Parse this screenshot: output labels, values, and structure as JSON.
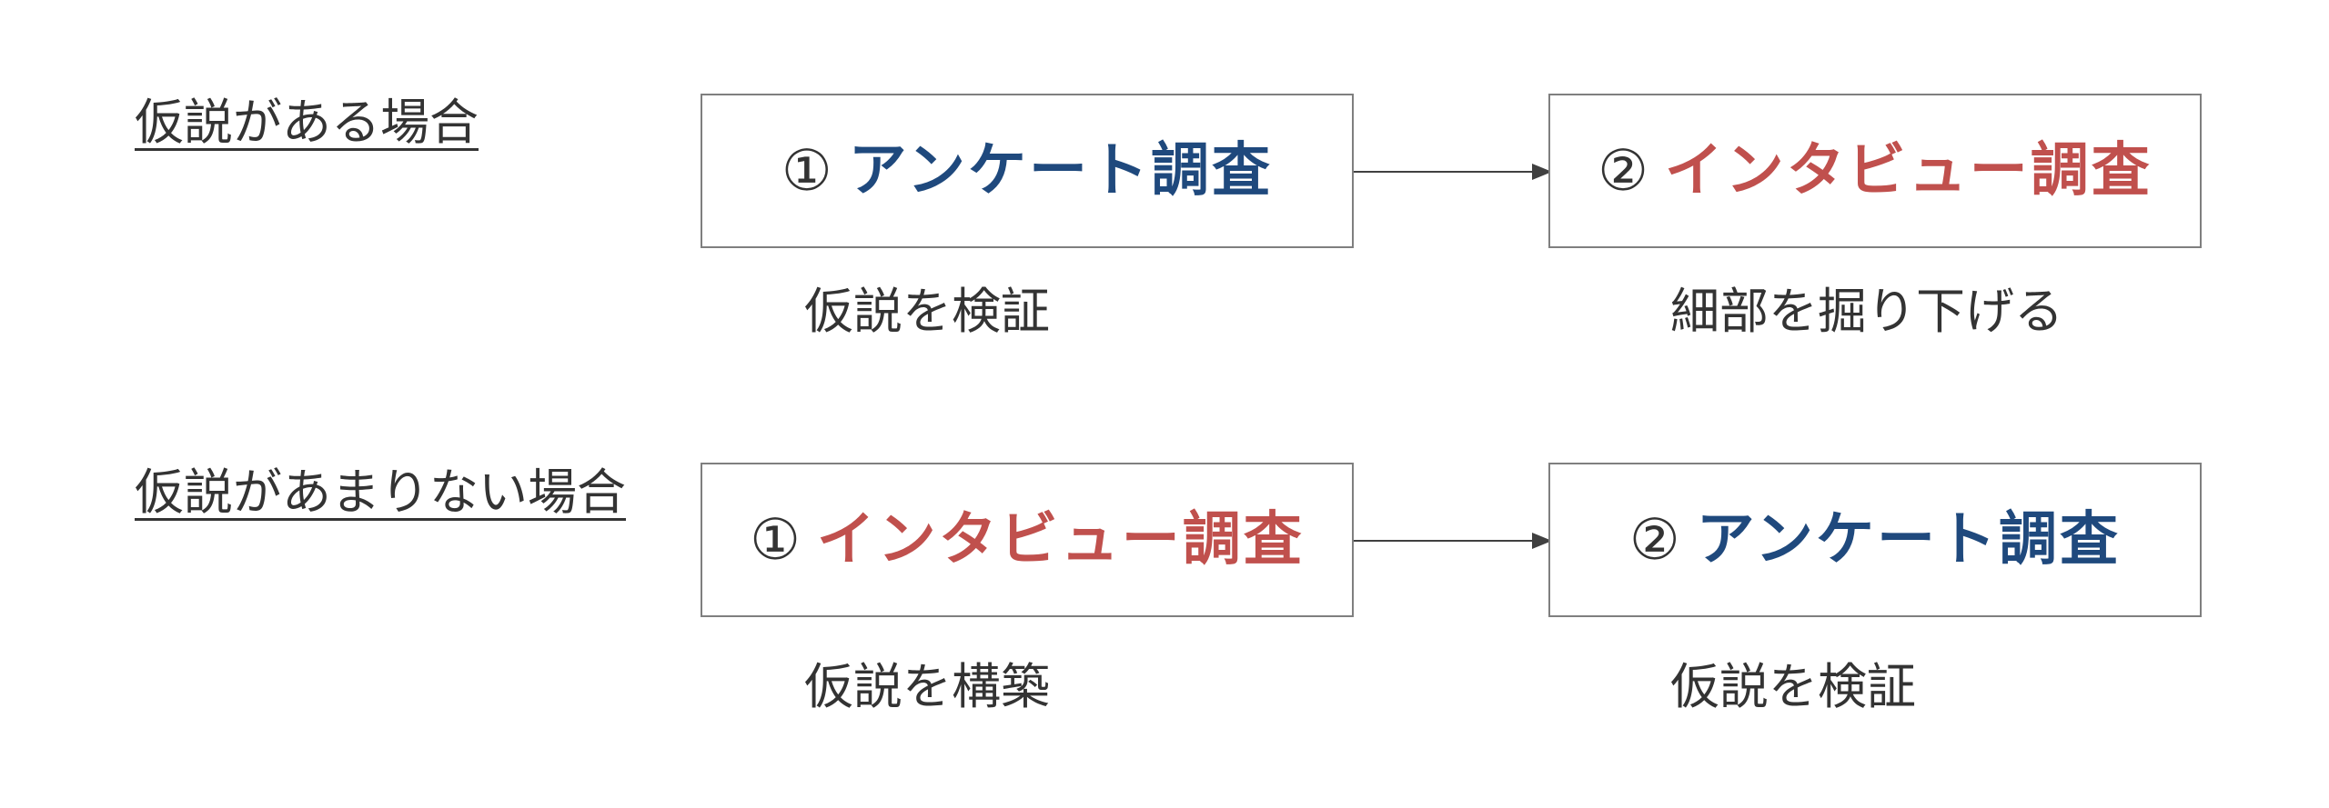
{
  "colors": {
    "blue": "#1f497d",
    "red": "#c0504d",
    "text": "#333333",
    "border": "#7f7f7f",
    "arrow": "#404040"
  },
  "rows": [
    {
      "label": "仮説がある場合",
      "step1": {
        "number": "①",
        "title": "アンケート調査",
        "color": "blue",
        "caption": "仮説を検証"
      },
      "step2": {
        "number": "②",
        "title": "インタビュー調査",
        "color": "red",
        "caption": "細部を掘り下げる"
      }
    },
    {
      "label": "仮説があまりない場合",
      "step1": {
        "number": "①",
        "title": "インタビュー調査",
        "color": "red",
        "caption": "仮説を構築"
      },
      "step2": {
        "number": "②",
        "title": "アンケート調査",
        "color": "blue",
        "caption": "仮説を検証"
      }
    }
  ]
}
